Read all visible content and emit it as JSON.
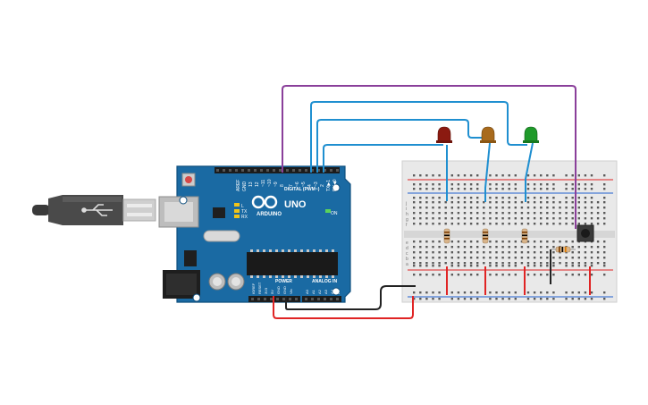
{
  "board": {
    "brand": "ARDUINO",
    "model": "UNO",
    "digital_header": "DIGITAL (PWM~)",
    "power_header": "POWER",
    "analog_header": "ANALOG IN",
    "on_label": "ON",
    "tx_label": "TX",
    "rx_label": "RX",
    "l_label": "L",
    "aref_label": "AREF",
    "gnd_label": "GND",
    "pin_13": "13",
    "pin_12": "12",
    "pin_11": "~11",
    "pin_10": "~10",
    "pin_9": "~9",
    "pin_8": "8",
    "pin_7": "7",
    "pin_6": "~6",
    "pin_5": "~5",
    "pin_4": "4",
    "pin_3": "~3",
    "pin_2": "2",
    "pin_1": "TX▶1",
    "pin_0": "RX◀0",
    "ioref": "IOREF",
    "reset": "RESET",
    "v33": "3V3",
    "v5": "5V",
    "gnd": "GND",
    "vin": "Vin",
    "a0": "A0",
    "a1": "A1",
    "a2": "A2",
    "a3": "A3",
    "a4": "A4",
    "a5": "A5"
  },
  "components": {
    "leds": [
      {
        "color": "red",
        "hex": "#8b1a10"
      },
      {
        "color": "orange",
        "hex": "#a86a1c"
      },
      {
        "color": "green",
        "hex": "#1f9a2a"
      }
    ],
    "resistors": 4,
    "push_button": 1
  },
  "wire_colors": {
    "purple": "#8a3f9a",
    "blue": "#1f8fd0",
    "red": "#e02424",
    "black": "#222222"
  },
  "breadboard": {
    "row_letters_top": [
      "j",
      "i",
      "h",
      "g",
      "f"
    ],
    "row_letters_bottom": [
      "e",
      "d",
      "c",
      "b",
      "a"
    ]
  }
}
